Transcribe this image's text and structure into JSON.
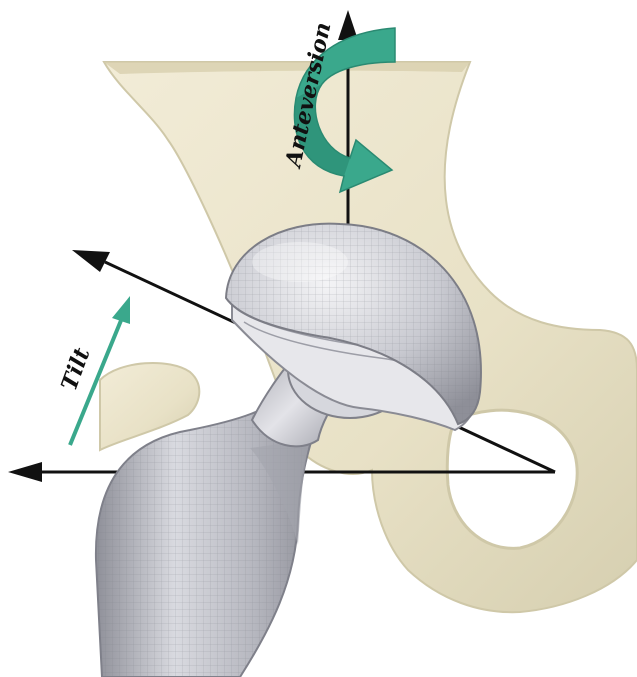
{
  "labels": {
    "anteversion": "Anteversion",
    "tilt": "Tilt"
  },
  "colors": {
    "background": "#ffffff",
    "bone": "#ece6cf",
    "bone_shadow": "#cfc8a8",
    "implant_light": "#e6e6ea",
    "implant_mid": "#b9bac2",
    "implant_dark": "#8f9099",
    "rotation_arrow": "#3aa88c",
    "axis_arrow": "#111111"
  },
  "icons": [
    "curved-rotation-arrow",
    "straight-arrow"
  ]
}
